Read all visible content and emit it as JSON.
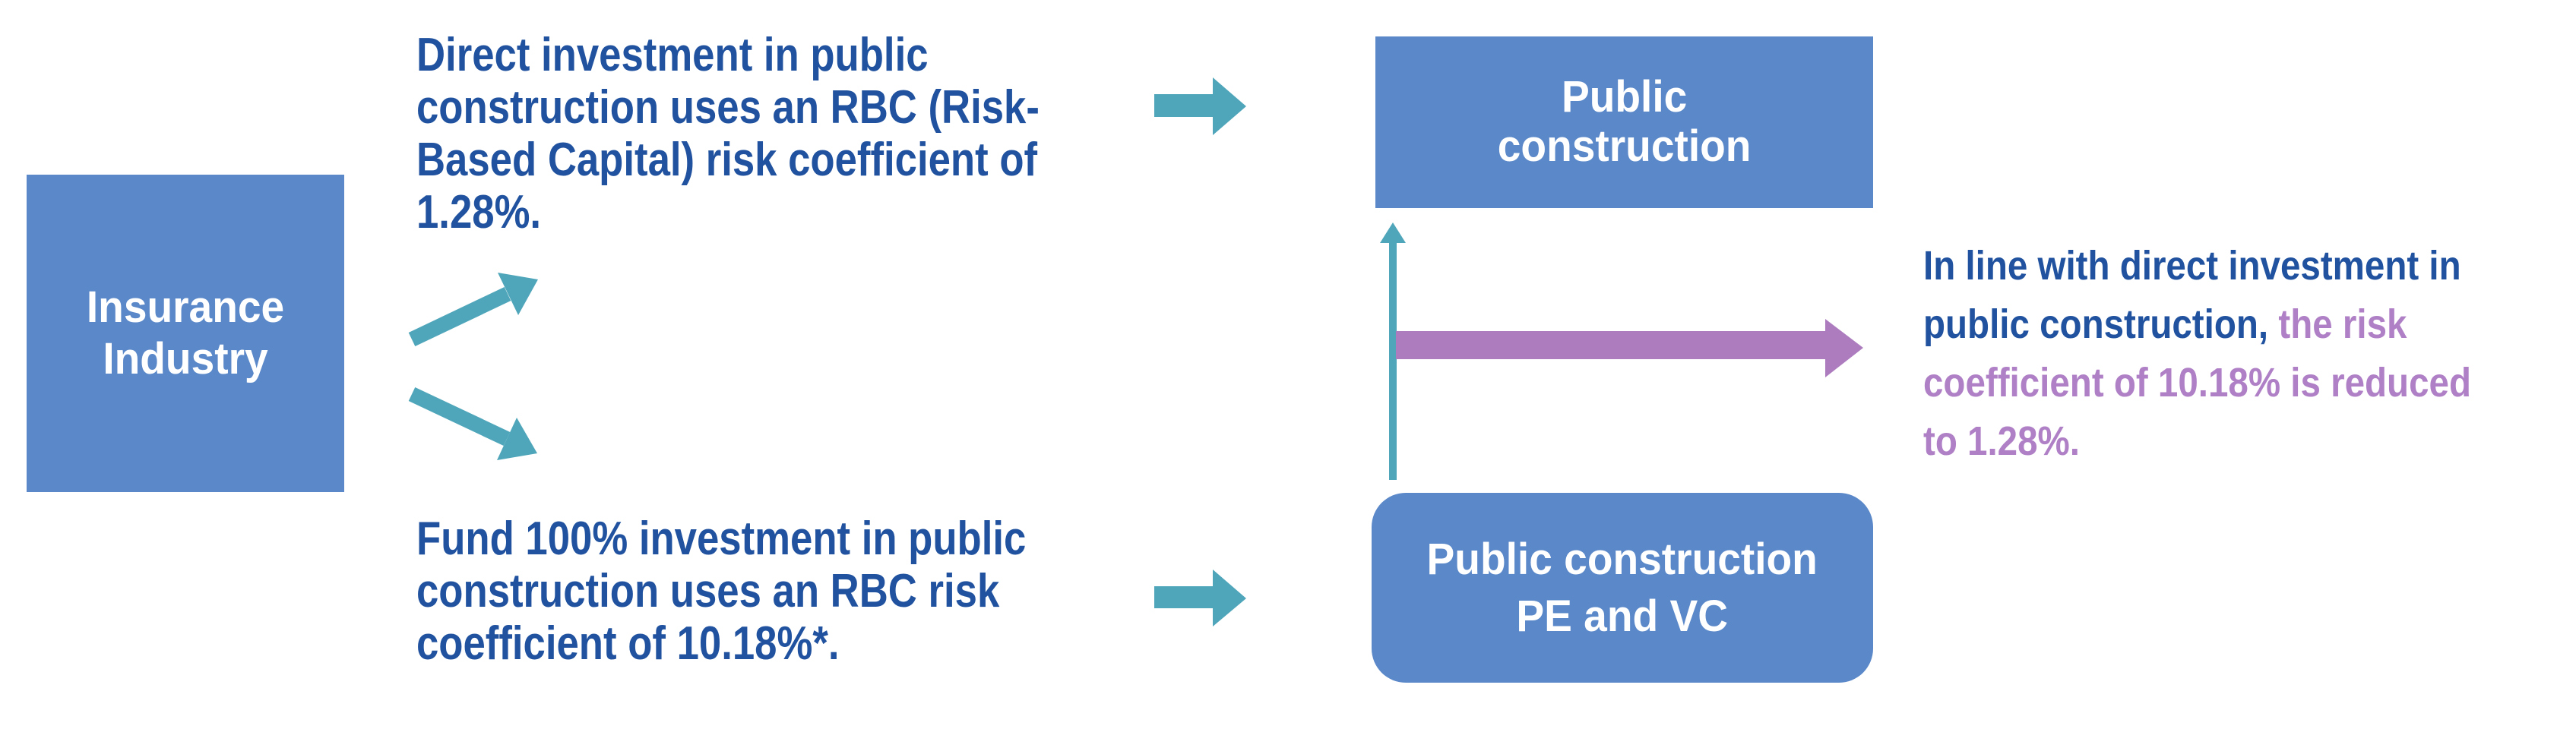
{
  "colors": {
    "box_blue": "#5B88C9",
    "teal": "#4FA6BA",
    "purple": "#AC7CBF",
    "note_blue": "#20529F",
    "note_purple": "#AF80C6",
    "box_text": "#FFFFFF"
  },
  "insurance_box": {
    "label": "Insurance\nIndustry"
  },
  "top_note": {
    "text": "Direct investment in public\nconstruction uses an RBC (Risk-\nBased Capital) risk coefficient of\n1.28%."
  },
  "bottom_note": {
    "text": "Fund 100% investment in public\nconstruction uses an RBC risk\ncoefficient of 10.18%*."
  },
  "public_construction_box": {
    "label": "Public\nconstruction"
  },
  "pe_vc_box": {
    "label": "Public construction\nPE and VC"
  },
  "right_note": {
    "line1": "In line with direct investment in",
    "line2_blue": "public construction,",
    "line2_purple": "the risk",
    "line3": "coefficient of 10.18% is reduced",
    "line4": "to 1.28%."
  }
}
